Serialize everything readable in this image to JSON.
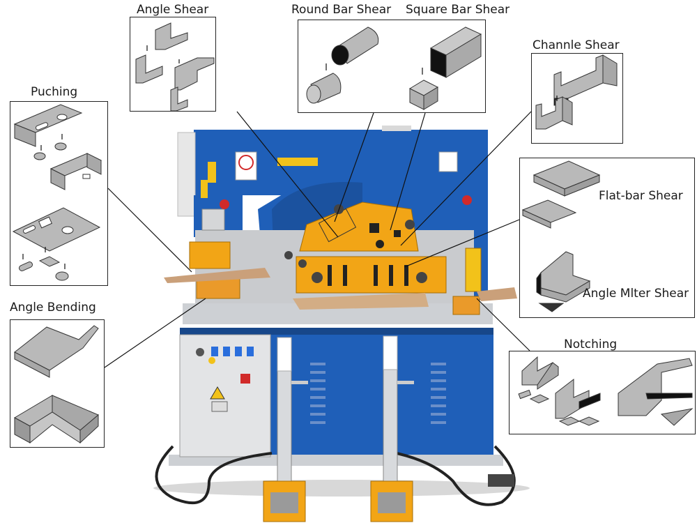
{
  "labels": {
    "angle_shear": "Angle Shear",
    "round_bar_shear": "Round Bar Shear",
    "square_bar_shear": "Square Bar Shear",
    "channel_shear": "Channle Shear",
    "punching": "Puching",
    "flat_bar_shear": "Flat-bar Shear",
    "angle_miter_shear": "Angle Mlter Shear",
    "angle_bending": "Angle Bending",
    "notching": "Notching"
  },
  "colors": {
    "machine_blue": "#1f5fb8",
    "machine_blue_dark": "#17478a",
    "tooling_orange": "#f2a516",
    "panel_gray": "#d7d9dc",
    "part_gray": "#b9b9b9",
    "part_outline": "#333333",
    "leader_line": "#111111"
  }
}
